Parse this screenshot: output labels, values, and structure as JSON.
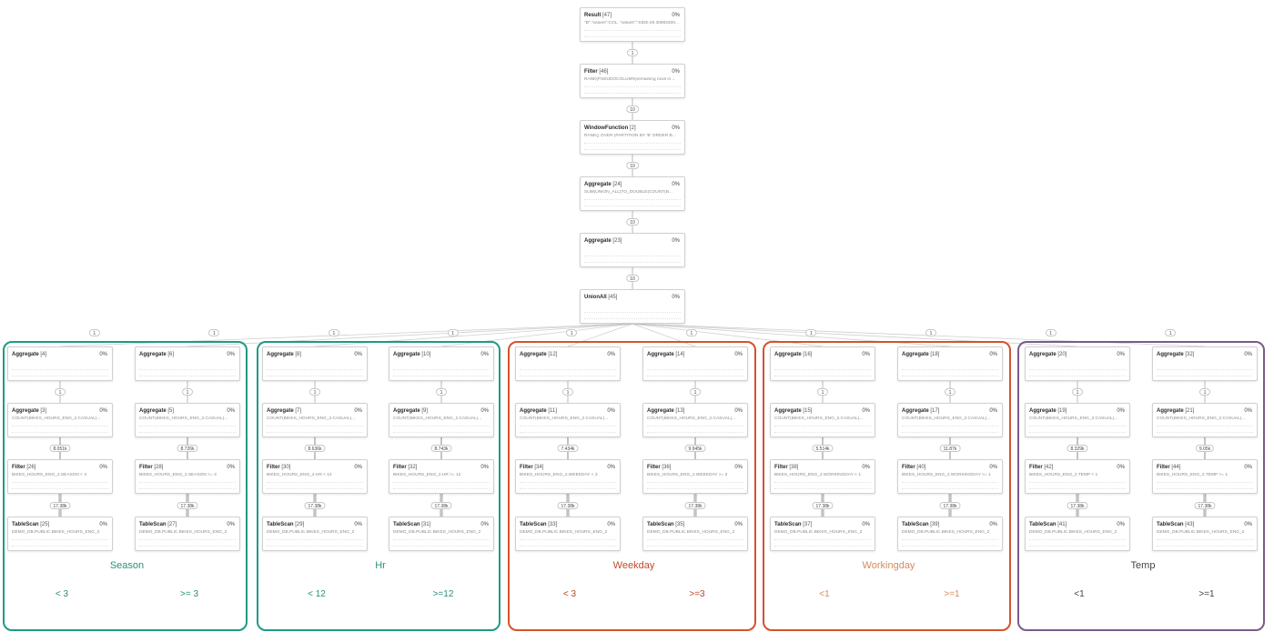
{
  "top_chain": [
    {
      "op": "Result",
      "id": "[47]",
      "pct": "0%",
      "desc": "\"B\".\"values\":COL, \"values\":\"SIDE:49.30983300..."
    },
    {
      "op": "Filter",
      "id": "[46]",
      "pct": "0%",
      "desc": "RANK(PSEUDOCOLUMN)remaining rows in ..."
    },
    {
      "op": "WindowFunction",
      "id": "[2]",
      "pct": "0%",
      "desc": "RANK() OVER (PARTITION BY 'B' ORDER B..."
    },
    {
      "op": "Aggregate",
      "id": "[24]",
      "pct": "0%",
      "desc": "SUM(UNION_ALL(TO_DOUBLE(COUNT(B..."
    },
    {
      "op": "Aggregate",
      "id": "[23]",
      "pct": "0%",
      "desc": ""
    },
    {
      "op": "UnionAll",
      "id": "[45]",
      "pct": "0%",
      "desc": ""
    }
  ],
  "top_edges": [
    "1",
    "10",
    "10",
    "10",
    "10"
  ],
  "groups": [
    {
      "name": "Season",
      "color": "#1f9a86",
      "name_color": "#2a8f7a",
      "cond_color": "#2a8f7a",
      "branches": [
        {
          "cond": "< 3",
          "union_edge": "1",
          "agg_edge": "1",
          "filter_edge": "8.051k",
          "scan_edge": "17.38k",
          "nodes": [
            {
              "op": "Aggregate",
              "id": "[4]",
              "pct": "0%",
              "desc": ""
            },
            {
              "op": "Aggregate",
              "id": "[3]",
              "pct": "0%",
              "desc": "COUNT(BIKES_HOURS_ENG_2.CASUAL)..."
            },
            {
              "op": "Filter",
              "id": "[26]",
              "pct": "0%",
              "desc": "BIKES_HOURS_ENG_2.SEASON < 3"
            },
            {
              "op": "TableScan",
              "id": "[25]",
              "pct": "0%",
              "desc": "DEMO_DB.PUBLIC.BIKES_HOURS_ENG_2"
            }
          ]
        },
        {
          "cond": ">= 3",
          "union_edge": "1",
          "agg_edge": "1",
          "filter_edge": "8.726k",
          "scan_edge": "17.38k",
          "nodes": [
            {
              "op": "Aggregate",
              "id": "[6]",
              "pct": "0%",
              "desc": ""
            },
            {
              "op": "Aggregate",
              "id": "[5]",
              "pct": "0%",
              "desc": "COUNT(BIKES_HOURS_ENG_2.CASUAL)..."
            },
            {
              "op": "Filter",
              "id": "[28]",
              "pct": "0%",
              "desc": "BIKES_HOURS_ENG_2.SEASON >= 3"
            },
            {
              "op": "TableScan",
              "id": "[27]",
              "pct": "0%",
              "desc": "DEMO_DB.PUBLIC.BIKES_HOURS_ENG_2"
            }
          ]
        }
      ]
    },
    {
      "name": "Hr",
      "color": "#1f9a86",
      "name_color": "#2a8f7a",
      "cond_color": "#2a8f7a",
      "branches": [
        {
          "cond": "< 12",
          "union_edge": "1",
          "agg_edge": "1",
          "filter_edge": "8.636k",
          "scan_edge": "17.38k",
          "nodes": [
            {
              "op": "Aggregate",
              "id": "[8]",
              "pct": "0%",
              "desc": ""
            },
            {
              "op": "Aggregate",
              "id": "[7]",
              "pct": "0%",
              "desc": "COUNT(BIKES_HOURS_ENG_2.CASUAL)..."
            },
            {
              "op": "Filter",
              "id": "[30]",
              "pct": "0%",
              "desc": "BIKES_HOURS_ENG_2.HR < 12"
            },
            {
              "op": "TableScan",
              "id": "[29]",
              "pct": "0%",
              "desc": "DEMO_DB.PUBLIC.BIKES_HOURS_ENG_2"
            }
          ]
        },
        {
          "cond": ">=12",
          "union_edge": "1",
          "agg_edge": "1",
          "filter_edge": "8.743k",
          "scan_edge": "17.38k",
          "nodes": [
            {
              "op": "Aggregate",
              "id": "[10]",
              "pct": "0%",
              "desc": ""
            },
            {
              "op": "Aggregate",
              "id": "[9]",
              "pct": "0%",
              "desc": "COUNT(BIKES_HOURS_ENG_2.CASUAL)..."
            },
            {
              "op": "Filter",
              "id": "[32]",
              "pct": "0%",
              "desc": "BIKES_HOURS_ENG_2.HR >= 12"
            },
            {
              "op": "TableScan",
              "id": "[31]",
              "pct": "0%",
              "desc": "DEMO_DB.PUBLIC.BIKES_HOURS_ENG_2"
            }
          ]
        }
      ]
    },
    {
      "name": "Weekday",
      "color": "#d4532b",
      "name_color": "#c0482a",
      "cond_color": "#b8452a",
      "branches": [
        {
          "cond": "< 3",
          "union_edge": "1",
          "agg_edge": "1",
          "filter_edge": "7.434k",
          "scan_edge": "17.38k",
          "nodes": [
            {
              "op": "Aggregate",
              "id": "[12]",
              "pct": "0%",
              "desc": ""
            },
            {
              "op": "Aggregate",
              "id": "[11]",
              "pct": "0%",
              "desc": "COUNT(BIKES_HOURS_ENG_2.CASUAL)..."
            },
            {
              "op": "Filter",
              "id": "[34]",
              "pct": "0%",
              "desc": "BIKES_HOURS_ENG_2.WEEKDAY < 3"
            },
            {
              "op": "TableScan",
              "id": "[33]",
              "pct": "0%",
              "desc": "DEMO_DB.PUBLIC.BIKES_HOURS_ENG_2"
            }
          ]
        },
        {
          "cond": ">=3",
          "union_edge": "1",
          "agg_edge": "1",
          "filter_edge": "9.945k",
          "scan_edge": "17.38k",
          "nodes": [
            {
              "op": "Aggregate",
              "id": "[14]",
              "pct": "0%",
              "desc": ""
            },
            {
              "op": "Aggregate",
              "id": "[13]",
              "pct": "0%",
              "desc": "COUNT(BIKES_HOURS_ENG_2.CASUAL)..."
            },
            {
              "op": "Filter",
              "id": "[36]",
              "pct": "0%",
              "desc": "BIKES_HOURS_ENG_2.WEEKDAY >= 3"
            },
            {
              "op": "TableScan",
              "id": "[35]",
              "pct": "0%",
              "desc": "DEMO_DB.PUBLIC.BIKES_HOURS_ENG_2"
            }
          ]
        }
      ]
    },
    {
      "name": "Workingday",
      "color": "#d4532b",
      "name_color": "#d68a5c",
      "cond_color": "#d68a5c",
      "branches": [
        {
          "cond": "<1",
          "union_edge": "1",
          "agg_edge": "1",
          "filter_edge": "5.514k",
          "scan_edge": "17.38k",
          "nodes": [
            {
              "op": "Aggregate",
              "id": "[16]",
              "pct": "0%",
              "desc": ""
            },
            {
              "op": "Aggregate",
              "id": "[15]",
              "pct": "0%",
              "desc": "COUNT(BIKES_HOURS_ENG_2.CASUAL)..."
            },
            {
              "op": "Filter",
              "id": "[38]",
              "pct": "0%",
              "desc": "BIKES_HOURS_ENG_2.WORKINGDAY < 1"
            },
            {
              "op": "TableScan",
              "id": "[37]",
              "pct": "0%",
              "desc": "DEMO_DB.PUBLIC.BIKES_HOURS_ENG_2"
            }
          ]
        },
        {
          "cond": ">=1",
          "union_edge": "1",
          "agg_edge": "1",
          "filter_edge": "11.87k",
          "scan_edge": "17.38k",
          "nodes": [
            {
              "op": "Aggregate",
              "id": "[18]",
              "pct": "0%",
              "desc": ""
            },
            {
              "op": "Aggregate",
              "id": "[17]",
              "pct": "0%",
              "desc": "COUNT(BIKES_HOURS_ENG_2.CASUAL)..."
            },
            {
              "op": "Filter",
              "id": "[40]",
              "pct": "0%",
              "desc": "BIKES_HOURS_ENG_2.WORKINGDAY >= 1"
            },
            {
              "op": "TableScan",
              "id": "[39]",
              "pct": "0%",
              "desc": "DEMO_DB.PUBLIC.BIKES_HOURS_ENG_2"
            }
          ]
        }
      ]
    },
    {
      "name": "Temp",
      "color": "#7b5a88",
      "name_color": "#444444",
      "cond_color": "#444444",
      "branches": [
        {
          "cond": "<1",
          "union_edge": "1",
          "agg_edge": "1",
          "filter_edge": "8.329k",
          "scan_edge": "17.38k",
          "nodes": [
            {
              "op": "Aggregate",
              "id": "[20]",
              "pct": "0%",
              "desc": ""
            },
            {
              "op": "Aggregate",
              "id": "[19]",
              "pct": "0%",
              "desc": "COUNT(BIKES_HOURS_ENG_2.CASUAL)..."
            },
            {
              "op": "Filter",
              "id": "[42]",
              "pct": "0%",
              "desc": "BIKES_HOURS_ENG_2.TEMP < 1"
            },
            {
              "op": "TableScan",
              "id": "[41]",
              "pct": "0%",
              "desc": "DEMO_DB.PUBLIC.BIKES_HOURS_ENG_2"
            }
          ]
        },
        {
          "cond": ">=1",
          "union_edge": "1",
          "agg_edge": "1",
          "filter_edge": "9.05k",
          "scan_edge": "17.38k",
          "nodes": [
            {
              "op": "Aggregate",
              "id": "[32]",
              "pct": "0%",
              "desc": ""
            },
            {
              "op": "Aggregate",
              "id": "[21]",
              "pct": "0%",
              "desc": "COUNT(BIKES_HOURS_ENG_2.CASUAL)..."
            },
            {
              "op": "Filter",
              "id": "[44]",
              "pct": "0%",
              "desc": "BIKES_HOURS_ENG_2.TEMP >= 1"
            },
            {
              "op": "TableScan",
              "id": "[43]",
              "pct": "0%",
              "desc": "DEMO_DB.PUBLIC.BIKES_HOURS_ENG_2"
            }
          ]
        }
      ]
    }
  ]
}
